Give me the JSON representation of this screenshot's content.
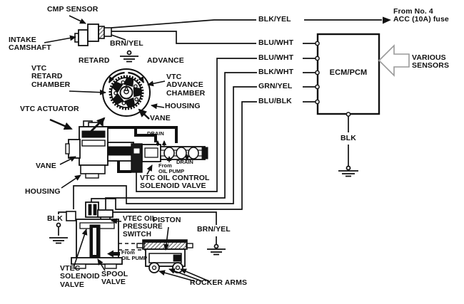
{
  "labels": {
    "cmp_sensor": "CMP SENSOR",
    "intake_camshaft": "INTAKE\nCAMSHAFT",
    "brn_yel_top": "BRN/YEL",
    "blk_yel": "BLK/YEL",
    "from_fuse": "From No. 4\nACC (10A) fuse",
    "blu_wht_1": "BLU/WHT",
    "blu_wht_2": "BLU/WHT",
    "blk_wht": "BLK/WHT",
    "grn_yel": "GRN/YEL",
    "blu_blk": "BLU/BLK",
    "ecm_pcm": "ECM/PCM",
    "various_sensors": "VARIOUS\nSENSORS",
    "blk_ecm": "BLK",
    "retard": "RETARD",
    "advance": "ADVANCE",
    "vtc_retard_chamber": "VTC\nRETARD\nCHAMBER",
    "vtc_advance_chamber": "VTC\nADVANCE\nCHAMBER",
    "housing_upper": "HOUSING",
    "vane_upper": "VANE",
    "vtc_actuator": "VTC ACTUATOR",
    "vane_lower": "VANE",
    "housing_lower": "HOUSING",
    "drain_top": "DRAIN",
    "from_oil_pump_valve": "From\nOIL PUMP",
    "drain_right": "DRAIN",
    "vtc_oil_control_solenoid_valve": "VTC OIL CONTROL\nSOLENOID VALVE",
    "blk_left": "BLK",
    "vtec_oil_pressure_switch": "VTEC OIL\nPRESSURE\nSWITCH",
    "piston": "PISTON",
    "brn_yel_bottom": "BRN/YEL",
    "from_oil_pump_spool": "From\nOIL PUMP",
    "vtec_solenoid_valve": "VTEC\nSOLENOID\nVALVE",
    "spool_valve": "SPOOL\nVALVE",
    "rocker_arms": "ROCKER ARMS"
  },
  "colors": {
    "line": "#111111",
    "background": "#ffffff",
    "hollow_arrow_outline": "#9a9a9a"
  }
}
